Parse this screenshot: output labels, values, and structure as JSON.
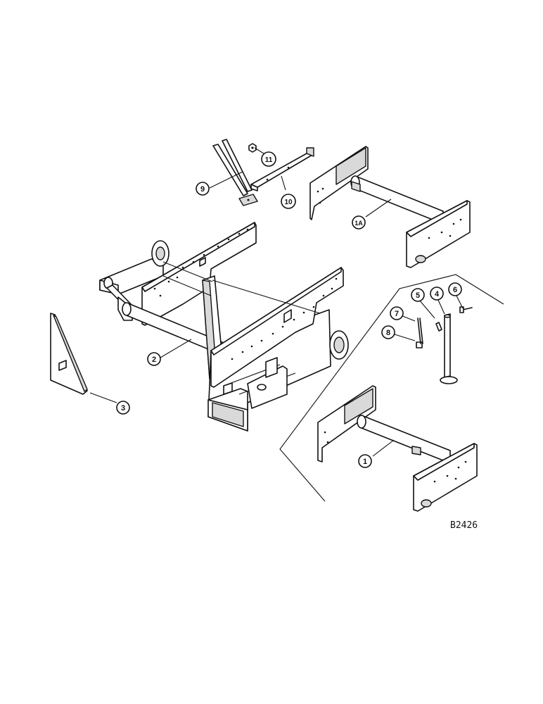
{
  "diagram": {
    "figure_code": "B2426",
    "callouts": [
      {
        "id": "c1",
        "label": "1"
      },
      {
        "id": "c1a",
        "label": "1A"
      },
      {
        "id": "c2",
        "label": "2"
      },
      {
        "id": "c3",
        "label": "3"
      },
      {
        "id": "c4",
        "label": "4"
      },
      {
        "id": "c5",
        "label": "5"
      },
      {
        "id": "c6",
        "label": "6"
      },
      {
        "id": "c7",
        "label": "7"
      },
      {
        "id": "c8",
        "label": "8"
      },
      {
        "id": "c9",
        "label": "9"
      },
      {
        "id": "c10",
        "label": "10"
      },
      {
        "id": "c11",
        "label": "11"
      }
    ]
  }
}
